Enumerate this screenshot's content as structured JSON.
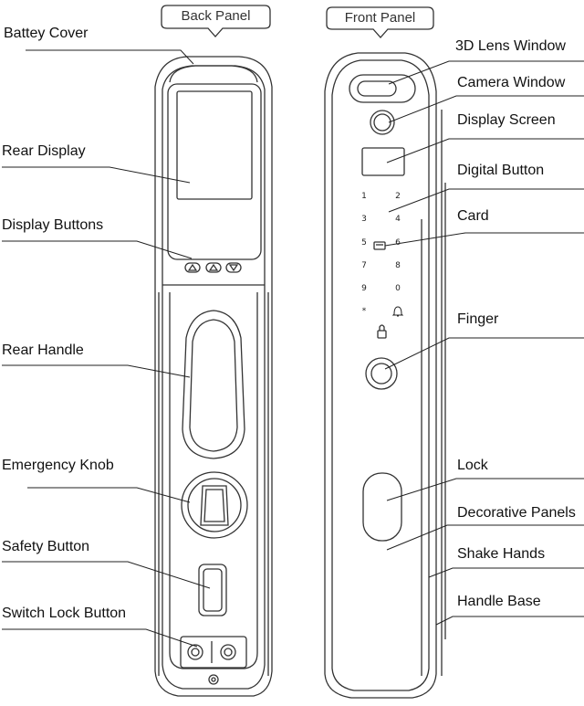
{
  "panels": {
    "back": "Back Panel",
    "front": "Front Panel"
  },
  "back_labels": {
    "battery_cover": "Battey Cover",
    "rear_display": "Rear Display",
    "display_buttons": "Display Buttons",
    "rear_handle": "Rear Handle",
    "emergency_knob": "Emergency Knob",
    "safety_button": "Safety Button",
    "switch_lock_button": "Switch Lock Button"
  },
  "front_labels": {
    "lens_window": "3D Lens Window",
    "camera_window": "Camera Window",
    "display_screen": "Display Screen",
    "digital_button": "Digital Button",
    "card": "Card",
    "finger": "Finger",
    "lock": "Lock",
    "decorative_panels": "Decorative Panels",
    "shake_hands": "Shake Hands",
    "handle_base": "Handle Base"
  },
  "keypad": [
    "1",
    "2",
    "3",
    "4",
    "5",
    "6",
    "7",
    "8",
    "9",
    "0",
    "*",
    "bell"
  ],
  "colors": {
    "line": "#333333",
    "callout": "#222222",
    "tab_border": "#555555"
  }
}
